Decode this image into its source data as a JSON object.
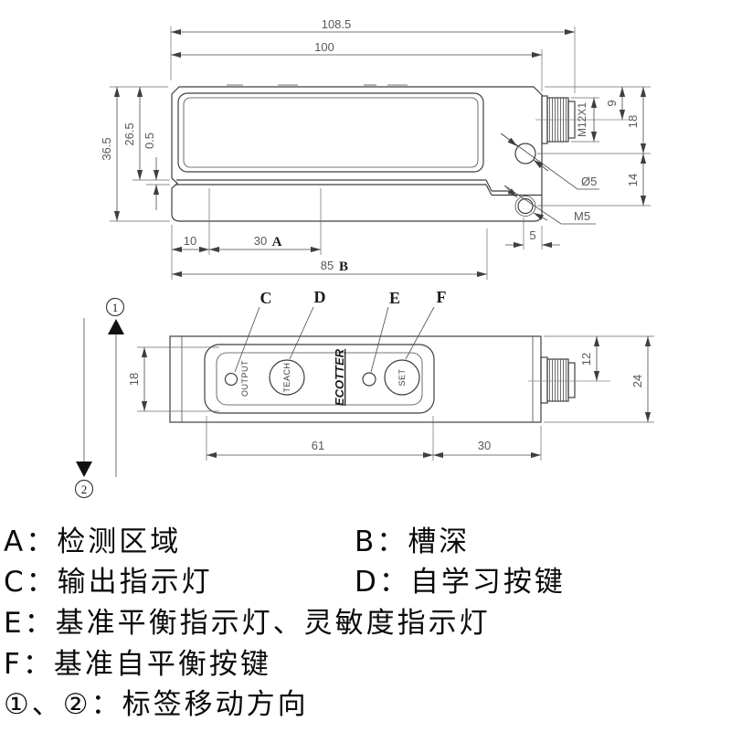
{
  "side_view": {
    "dim_overall_length": "108.5",
    "dim_body_length": "100",
    "dim_overall_height": "36.5",
    "dim_window_height": "26.5",
    "dim_step": "0.5",
    "thread_label": "M12X1",
    "dim_conn_offset": "9",
    "dim_hole_offset": "18",
    "dim_hole_spacing": "14",
    "hole_label": "Ø5",
    "tap_label": "M5",
    "dim_tap_edge": "5",
    "dim_slot_lead": "10",
    "dim_detect_area": "30",
    "detect_area_letter": "A",
    "dim_groove_depth": "85",
    "groove_depth_letter": "B"
  },
  "top_view": {
    "dim_panel_height": "18",
    "dim_conn_center": "12",
    "dim_body_width": "24",
    "dim_panel_length": "61",
    "dim_tail_length": "30",
    "callout_c": "C",
    "callout_d": "D",
    "callout_e": "E",
    "callout_f": "F",
    "led_output_label": "OUTPUT",
    "teach_button_label": "TEACH",
    "brand_label": "ECOTTER",
    "set_button_label": "SET",
    "direction_up_num": "1",
    "direction_down_num": "2"
  },
  "legend": {
    "items": [
      {
        "text": "A：检测区域"
      },
      {
        "text": "B：槽深"
      },
      {
        "text": "C：输出指示灯"
      },
      {
        "text": "D：自学习按键"
      },
      {
        "text": "E：基准平衡指示灯、灵敏度指示灯"
      },
      {
        "text": "F：基准自平衡按键"
      },
      {
        "text": "①、②：标签移动方向"
      }
    ]
  },
  "colors": {
    "line": "#3f3f3f",
    "dim_text": "#585858",
    "legend_text": "#0b0b0b"
  }
}
